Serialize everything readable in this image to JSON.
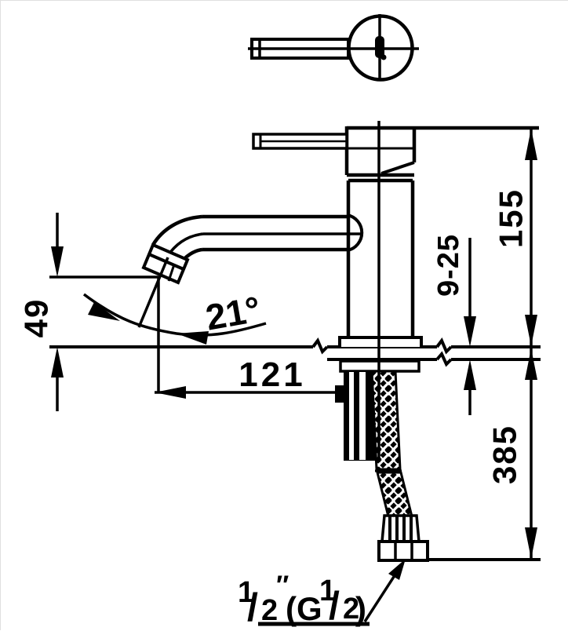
{
  "drawing": {
    "background_color": "#ffffff",
    "line_color": "#000000",
    "labels": {
      "overall_height": "155",
      "deck_thickness": "9-25",
      "spout_drop": "49",
      "spout_reach": "121",
      "hose_drop": "385",
      "spout_angle": "21°",
      "thread": {
        "num1": "1",
        "slash1": "/",
        "den1": "2",
        "inch_mark": "″",
        "open": "(G",
        "num2": "1",
        "slash2": "/",
        "den2": "2",
        "close": ")"
      }
    }
  }
}
